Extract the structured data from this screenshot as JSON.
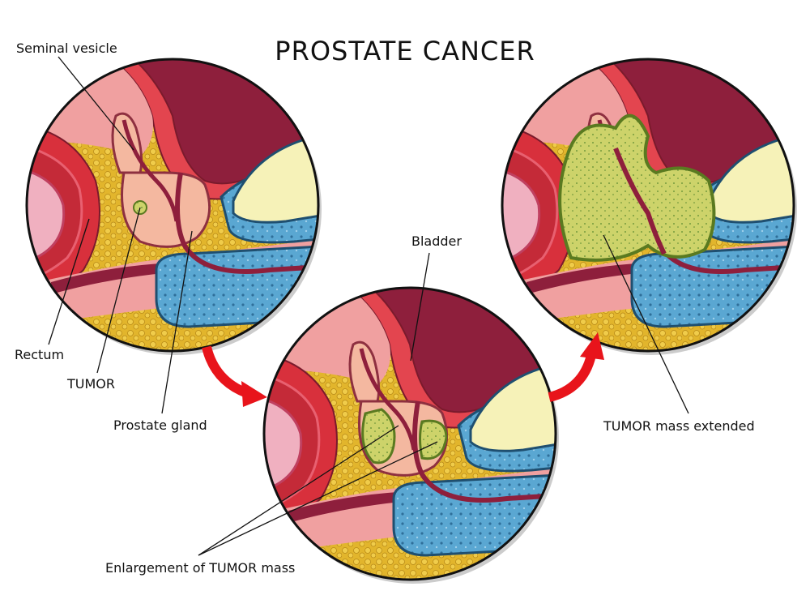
{
  "title": "PROSTATE CANCER",
  "labels": {
    "seminal_vesicle": "Seminal vesicle",
    "rectum": "Rectum",
    "tumor": "TUMOR",
    "prostate_gland": "Prostate gland",
    "bladder": "Bladder",
    "enlargement": "Enlargement of TUMOR mass",
    "extended": "TUMOR mass extended"
  },
  "colors": {
    "fat": "#e2b52c",
    "bladder": "#8e1f3c",
    "tissue_pink": "#f0a0a0",
    "muscle_red": "#e3454f",
    "bone_blue": "#5aa7d2",
    "bone_yellow": "#f6f2b8",
    "tumor": "#cdd36a",
    "arrow": "#e8141b"
  }
}
